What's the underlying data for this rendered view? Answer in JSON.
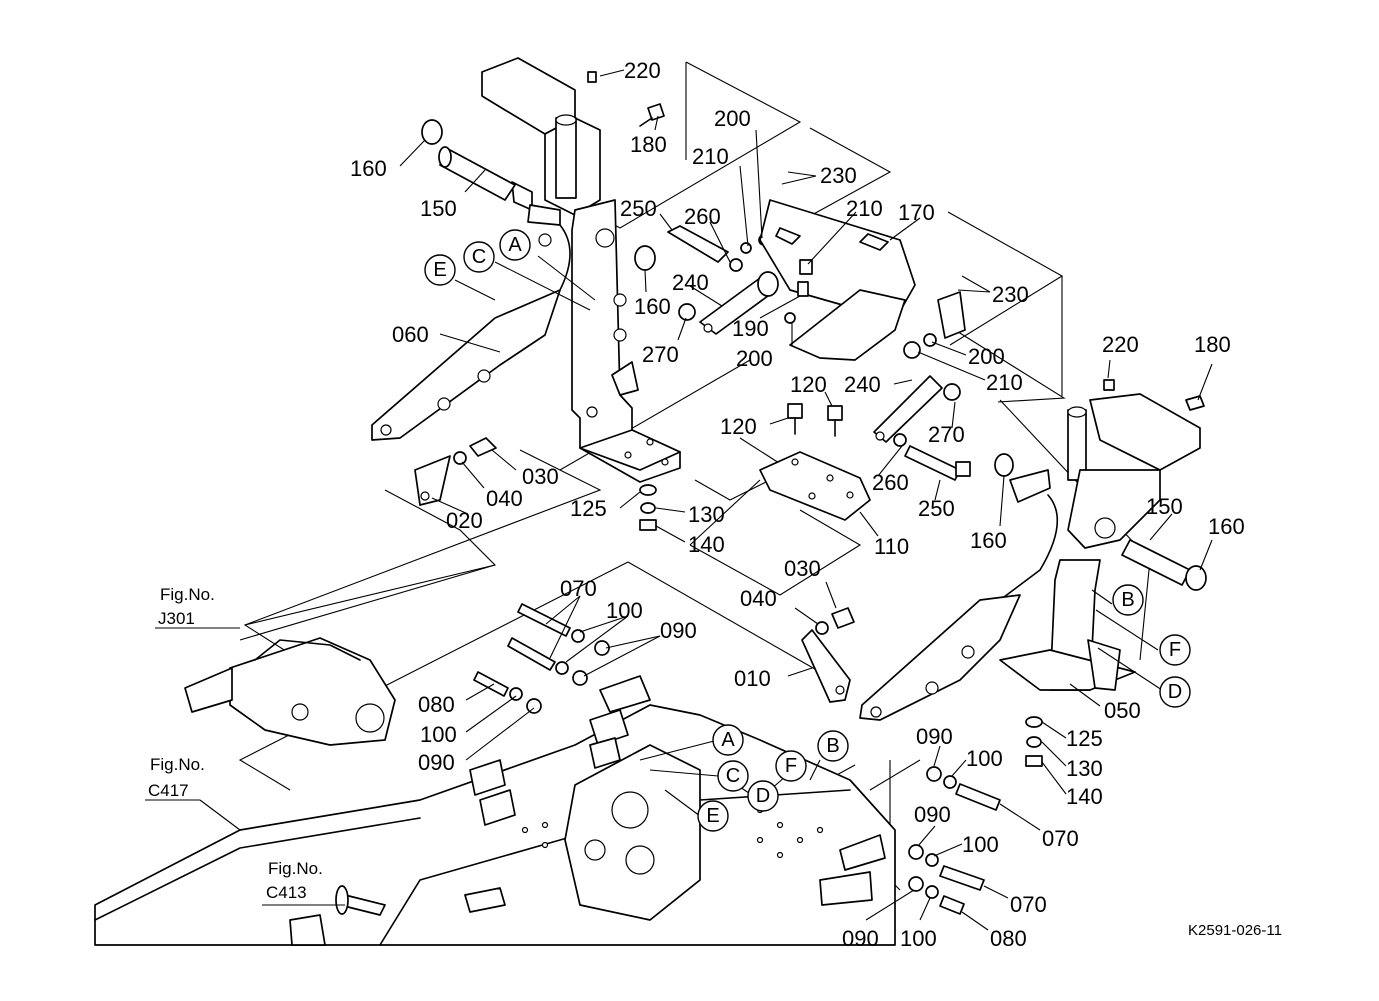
{
  "drawing_code": "K2591-026-11",
  "fig_refs": [
    {
      "id": "j301",
      "prefix": "Fig.No.",
      "number": "J301"
    },
    {
      "id": "c417",
      "prefix": "Fig.No.",
      "number": "C417"
    },
    {
      "id": "c413",
      "prefix": "Fig.No.",
      "number": "C413"
    }
  ],
  "callouts": {
    "A1": "A",
    "C1": "C",
    "E1": "E",
    "A2": "A",
    "C2": "C",
    "E2": "E",
    "D2": "D",
    "F2": "F",
    "B2": "B",
    "B3": "B",
    "F3": "F",
    "D3": "D"
  },
  "part_labels": {
    "p220a": "220",
    "p180a": "180",
    "p160a": "160",
    "p150a": "150",
    "p200a": "200",
    "p210a": "210",
    "p230a": "230",
    "p250a": "250",
    "p260a": "260",
    "p210b": "210",
    "p170": "170",
    "p230b": "230",
    "p160b": "160",
    "p240a": "240",
    "p270a": "270",
    "p190": "190",
    "p200b": "200",
    "p060": "060",
    "p200c": "200",
    "p210c": "210",
    "p120a": "120",
    "p240b": "240",
    "p120b": "120",
    "p270b": "270",
    "p220b": "220",
    "p180b": "180",
    "p030a": "030",
    "p040a": "040",
    "p020": "020",
    "p125a": "125",
    "p130a": "130",
    "p140a": "140",
    "p260b": "260",
    "p250b": "250",
    "p110": "110",
    "p160c": "160",
    "p150b": "150",
    "p160d": "160",
    "p030b": "030",
    "p040b": "040",
    "p070a": "070",
    "p100a": "100",
    "p090a": "090",
    "p010": "010",
    "p080a": "080",
    "p100b": "100",
    "p090b": "090",
    "p050": "050",
    "p125b": "125",
    "p130b": "130",
    "p140b": "140",
    "p090c": "090",
    "p100c": "100",
    "p070b": "070",
    "p090d": "090",
    "p100d": "100",
    "p070c": "070",
    "p090e": "090",
    "p100e": "100",
    "p080b": "080"
  }
}
